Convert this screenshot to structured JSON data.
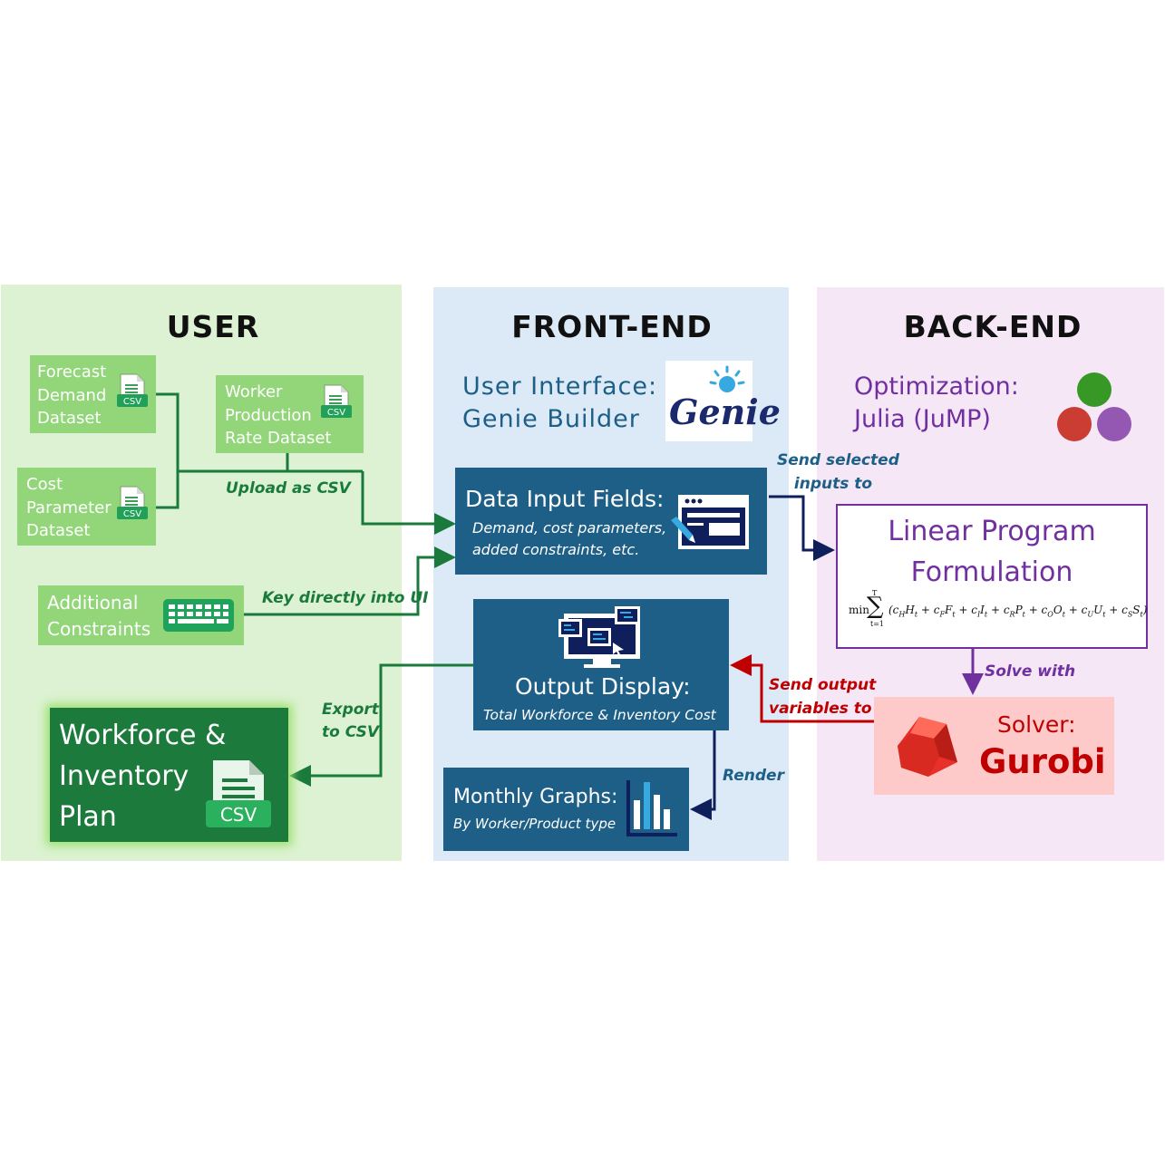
{
  "panels": {
    "user": "USER",
    "frontend": "FRONT-END",
    "backend": "BACK-END"
  },
  "user": {
    "forecast": [
      "Forecast",
      "Demand",
      "Dataset"
    ],
    "worker": [
      "Worker",
      "Production",
      "Rate Dataset"
    ],
    "cost": [
      "Cost",
      "Parameter",
      "Dataset"
    ],
    "constraints": [
      "Additional",
      "Constraints"
    ],
    "plan": [
      "Workforce &",
      "Inventory",
      "Plan"
    ],
    "csv_badge": "CSV",
    "csv_big": "CSV"
  },
  "frontend": {
    "ui_title": [
      "User Interface:",
      "Genie Builder"
    ],
    "genie_logo_text": "Genie",
    "data_input_title": "Data Input Fields:",
    "data_input_sub": [
      "Demand, cost parameters,",
      "added constraints, etc."
    ],
    "output_title": "Output Display:",
    "output_sub": "Total Workforce & Inventory Cost",
    "graphs_title": "Monthly Graphs:",
    "graphs_sub": "By Worker/Product type"
  },
  "backend": {
    "opt_title": [
      "Optimization:",
      "Julia (JuMP)"
    ],
    "lp_title": [
      "Linear Program",
      "Formulation"
    ],
    "solver_label": "Solver:",
    "solver_name": "Gurobi"
  },
  "edges": {
    "upload": "Upload as CSV",
    "key": "Key directly into UI",
    "export": [
      "Export",
      "to CSV"
    ],
    "send_inputs": [
      "Send selected",
      "inputs to"
    ],
    "solve": "Solve with",
    "send_output": [
      "Send output",
      "variables to"
    ],
    "render": "Render"
  },
  "colors": {
    "user_bg": "#dcf2d2",
    "frontend_bg": "#dce9f6",
    "backend_bg": "#f5e7f6",
    "green_box": "#92d679",
    "green_dark": "#1a7a3c",
    "blue_box": "#1d5f86",
    "navy": "#0f1f5c",
    "purple": "#7030a0",
    "red": "#c00000",
    "solver_bg": "#fdc9c9"
  }
}
